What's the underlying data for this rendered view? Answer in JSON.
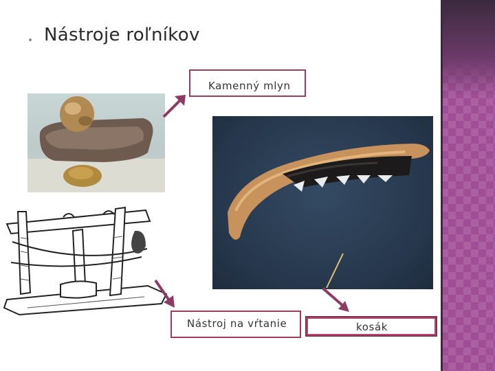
{
  "slide": {
    "title": "Nástroje roľníkov",
    "labels": {
      "mlyn": "Kamenný mlyn",
      "vrtanie": "Nástroj na vŕtanie",
      "kosak": "kosák"
    }
  },
  "images": {
    "mill": "stone-mill-photo",
    "drill": "drilling-tool-drawing",
    "sickle": "sickle-photo"
  },
  "colors": {
    "accent": "#9c3b5c",
    "arrow": "#8e3a66",
    "side_band": "#a04e96",
    "title_text": "#2a2a2a"
  }
}
